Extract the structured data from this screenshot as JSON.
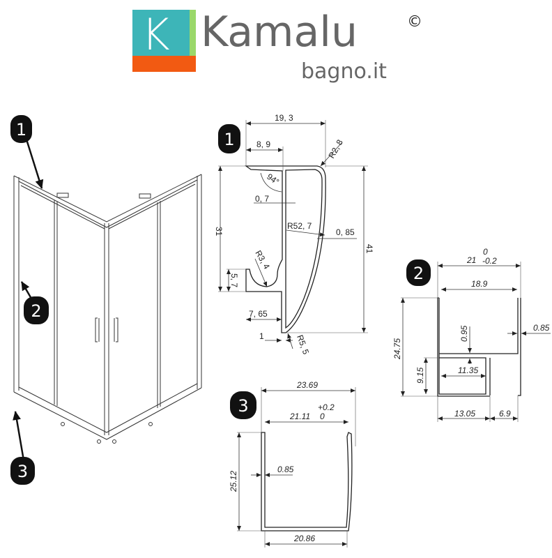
{
  "logo": {
    "letter": "K",
    "brand": "Kamalu",
    "domain": "bagno.it",
    "copyright": "©",
    "colors": {
      "teal": "#3db5b8",
      "green": "#9ad86a",
      "orange": "#f25a12",
      "text": "#666666"
    }
  },
  "overview": {
    "callouts": [
      "1",
      "2",
      "3"
    ]
  },
  "profile1": {
    "badge": "1",
    "dims": {
      "width_total": "19, 3",
      "width_top": "8, 9",
      "radius_top": "R2, 8",
      "angle": "94°",
      "wall": "0, 7",
      "radius_curve": "R52, 7",
      "wall_outer": "0, 85",
      "height_inner": "31",
      "height_total": "41",
      "radius_hook": "R3, 4",
      "hook_height": "5, 7",
      "foot_width": "7, 65",
      "foot": "1",
      "radius_bottom": "R5, 5"
    }
  },
  "profile2": {
    "badge": "2",
    "dims": {
      "width_total": "21",
      "tol_upper": "0",
      "tol_lower": "-0.2",
      "width_inner": "18.9",
      "wall_mid": "0.95",
      "wall_right": "0.85",
      "height_total": "24.75",
      "height_lower": "9.15",
      "width_lower": "11.35",
      "bottom_left": "13.05",
      "bottom_right": "6.9"
    }
  },
  "profile3": {
    "badge": "3",
    "dims": {
      "width_total": "23.69",
      "width_inner": "21.11",
      "tol_upper": "+0.2",
      "tol_lower": "0",
      "height": "25.12",
      "wall": "0.85",
      "width_bottom": "20.86"
    }
  }
}
